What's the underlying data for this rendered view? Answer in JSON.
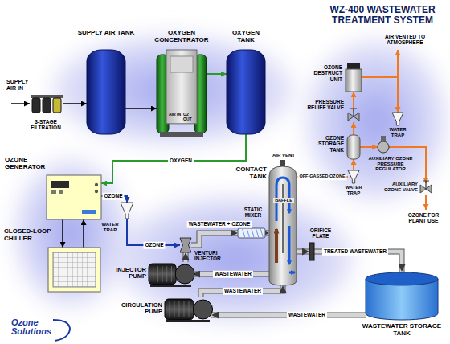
{
  "diagram": {
    "title": "WZ-400 WASTEWATER TREATMENT SYSTEM",
    "nodes": [
      {
        "text": [
          "3-STAGE FILTRATION"
        ]
      },
      {
        "text": [
          "SUPPLY AIR TANK"
        ]
      },
      {
        "text": [
          "OXYGEN CONCENTRATOR",
          "AIR IN",
          "O2 OUT"
        ]
      },
      {
        "text": [
          "OXYGEN TANK"
        ]
      },
      {
        "text": [
          "OZONE GENERATOR"
        ]
      },
      {
        "text": [
          "CLOSED-LOOP CHILLER"
        ]
      },
      {
        "text": [
          "WATER TRAP"
        ]
      },
      {
        "text": [
          "STATIC MIXER"
        ]
      },
      {
        "text": [
          "VENTURI INJECTOR"
        ]
      },
      {
        "text": [
          "CONTACT TANK",
          "AIR VENT",
          "BAFFLE"
        ]
      },
      {
        "text": [
          "ORIFICE PLATE"
        ]
      },
      {
        "text": [
          "INJECTOR PUMP"
        ]
      },
      {
        "text": [
          "CIRCULATION PUMP"
        ]
      },
      {
        "text": [
          "WASTEWATER STORAGE TANK"
        ]
      },
      {
        "text": [
          "OZONE DESTRUCT UNIT"
        ]
      },
      {
        "text": [
          "PRESSURE RELIEF VALVE"
        ]
      },
      {
        "text": [
          "WATER TRAP"
        ]
      },
      {
        "text": [
          "OZONE STORAGE TANK"
        ]
      },
      {
        "text": [
          "WATER TRAP"
        ]
      },
      {
        "text": [
          "AUXILIARY OZONE PRESSURE REGULATOR"
        ]
      },
      {
        "text": [
          "AUXILIARY OZONE VALVE"
        ]
      }
    ],
    "edges": [
      {
        "from": 0,
        "to": 1,
        "arrow": "to"
      },
      {
        "from": 1,
        "to": 2,
        "arrow": "to"
      },
      {
        "from": 2,
        "to": 3,
        "arrow": "to"
      },
      {
        "from": 3,
        "to": 4,
        "label": "OXYGEN",
        "arrow": "to"
      },
      {
        "from": 4,
        "to": 5,
        "arrow": "to"
      },
      {
        "from": 5,
        "to": 4,
        "arrow": "to"
      },
      {
        "from": 4,
        "to": 6,
        "label": "OZONE",
        "arrow": "to"
      },
      {
        "from": 6,
        "to": 8,
        "label": "OZONE",
        "arrow": "to"
      },
      {
        "from": 11,
        "to": 8,
        "arrow": "to"
      },
      {
        "from": 8,
        "to": 7,
        "label": "WASTEWATER + OZONE",
        "arrow": "to"
      },
      {
        "from": 7,
        "to": 9,
        "arrow": "to"
      },
      {
        "from": 9,
        "to": 11,
        "label": "WASTEWATER",
        "arrow": "to"
      },
      {
        "from": 9,
        "to": 10,
        "arrow": "to"
      },
      {
        "from": 10,
        "to": 13,
        "label": "TREATED WASTEWATER",
        "arrow": "to"
      },
      {
        "from": 13,
        "to": 12,
        "label": "WASTEWATER",
        "arrow": "to"
      },
      {
        "from": 12,
        "to": 9,
        "label": "WASTEWATER",
        "arrow": "to"
      },
      {
        "from": 9,
        "to": 18,
        "label": "OFF-GASSED OZONE",
        "arrow": "to"
      },
      {
        "from": 18,
        "to": 17,
        "arrow": "to"
      },
      {
        "from": 17,
        "to": 15,
        "arrow": "to"
      },
      {
        "from": 15,
        "to": 14,
        "arrow": "to"
      },
      {
        "from": 14,
        "to": 16,
        "arrow": "to"
      },
      {
        "from": 17,
        "to": 19,
        "arrow": "to"
      },
      {
        "from": 19,
        "to": 20,
        "arrow": "to"
      }
    ],
    "labels": [
      "SUPPLY AIR IN",
      "AIR VENTED TO ATMOSPHERE",
      "OZONE FOR PLANT USE",
      "Ozone Solutions"
    ]
  }
}
